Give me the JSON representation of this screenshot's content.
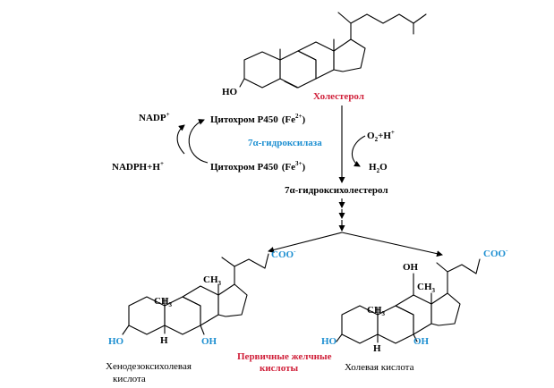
{
  "cholesterol": {
    "ho": "HO",
    "name": "Холестерол"
  },
  "cycle": {
    "nadp": "NADP",
    "nadp_sup": "+",
    "nadph": "NADPH+H",
    "nadph_sup": "+",
    "cyp_top": "Цитохром P450",
    "cyp_top_ion": "(Fe",
    "cyp_top_charge": "2+",
    "cyp_top_close": ")",
    "cyp_bottom": "Цитохром P450",
    "cyp_bottom_ion": "(Fe",
    "cyp_bottom_charge": "3+",
    "cyp_bottom_close": ")",
    "enzyme": "7α-гидроксилаза",
    "o2": "O",
    "o2_sub": "2",
    "o2_rest": "+H",
    "o2_sup": "+",
    "h2o": "H",
    "h2o_sub": "2",
    "h2o_rest": "O"
  },
  "intermediate": "7α-гидроксихолестерол",
  "left_acid": {
    "coo": "COO",
    "coo_sup": "-",
    "ch3_top": "CH",
    "ch3_top_sub": "3",
    "ch3_mid": "CH",
    "ch3_mid_sub": "3",
    "ho": "HO",
    "h": "H",
    "oh": "OH",
    "name_line1": "Хенодезоксихолевая",
    "name_line2": "кислота"
  },
  "right_acid": {
    "coo": "COO",
    "coo_sup": "-",
    "oh_top": "OH",
    "ch3_top": "CH",
    "ch3_top_sub": "3",
    "ch3_mid": "CH",
    "ch3_mid_sub": "3",
    "ho": "HO",
    "h": "H",
    "oh": "OH",
    "name": "Холевая кислота"
  },
  "primary_label_line1": "Первичные желчные",
  "primary_label_line2": "кислоты",
  "colors": {
    "red": "#d0203a",
    "blue": "#1d8fd1"
  }
}
